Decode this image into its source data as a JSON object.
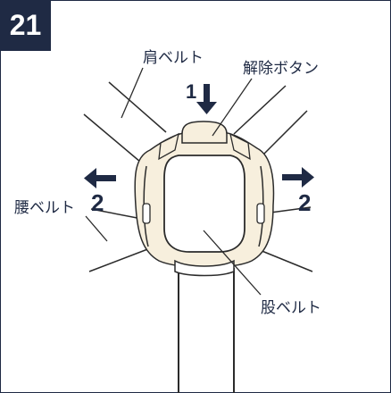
{
  "step_number": "21",
  "labels": {
    "shoulder_belt": "肩ベルト",
    "release_button": "解除ボタン",
    "waist_belt": "腰ベルト",
    "crotch_belt": "股ベルト"
  },
  "steps": {
    "press": "1",
    "pull_left": "2",
    "pull_right": "2"
  },
  "colors": {
    "ink": "#1f2a44",
    "buckle_fill": "#f7efdd",
    "line": "#2b2b2b"
  }
}
